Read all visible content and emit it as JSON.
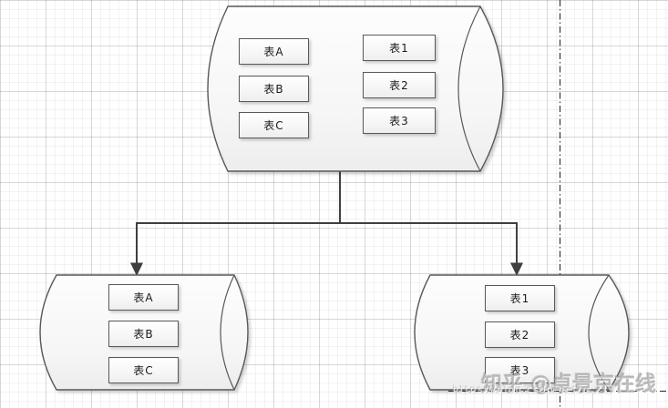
{
  "diagram": {
    "source_db": {
      "left_tables": [
        "表A",
        "表B",
        "表C"
      ],
      "right_tables": [
        "表1",
        "表2",
        "表3"
      ]
    },
    "target_db_left": {
      "tables": [
        "表A",
        "表B",
        "表C"
      ]
    },
    "target_db_right": {
      "tables": [
        "表1",
        "表2",
        "表3"
      ]
    }
  },
  "watermark": {
    "text": "知乎 @卓景京在线",
    "url": "https://blog.csdn.net/"
  },
  "colors": {
    "shape_stroke": "#595959",
    "connector": "#3f3f3f",
    "grid_minor": "#ebebeb",
    "grid_major": "#d6d6d6",
    "shape_fill_top": "#fdfdfd",
    "shape_fill_bottom": "#eeeeee"
  }
}
